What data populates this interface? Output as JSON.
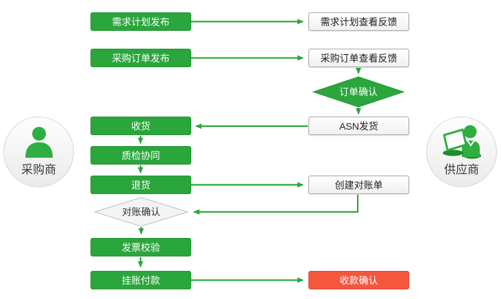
{
  "diagram": {
    "type": "flowchart",
    "title": "",
    "actors": {
      "buyer": {
        "label": "采购商",
        "icon": "person-icon"
      },
      "supplier": {
        "label": "供应商",
        "icon": "person-laptop-icon"
      }
    },
    "nodes": {
      "demand_plan_publish": {
        "label": "需求计划发布",
        "shape": "rect",
        "style": "green"
      },
      "demand_plan_feedback": {
        "label": "需求计划查看反馈",
        "shape": "rect",
        "style": "white"
      },
      "purchase_order_publish": {
        "label": "采购订单发布",
        "shape": "rect",
        "style": "green"
      },
      "purchase_order_feedback": {
        "label": "采购订单查看反馈",
        "shape": "rect",
        "style": "white"
      },
      "order_confirm": {
        "label": "订单确认",
        "shape": "diamond",
        "style": "green"
      },
      "asn_shipment": {
        "label": "ASN发货",
        "shape": "rect",
        "style": "white"
      },
      "receive_goods": {
        "label": "收货",
        "shape": "rect",
        "style": "green"
      },
      "quality_inspection": {
        "label": "质检协同",
        "shape": "rect",
        "style": "green"
      },
      "return_goods": {
        "label": "退货",
        "shape": "rect",
        "style": "green"
      },
      "create_statement": {
        "label": "创建对账单",
        "shape": "rect",
        "style": "white"
      },
      "reconciliation_confirm": {
        "label": "对账确认",
        "shape": "diamond",
        "style": "gray"
      },
      "invoice_verification": {
        "label": "发票校验",
        "shape": "rect",
        "style": "green"
      },
      "payment_on_account": {
        "label": "挂账付款",
        "shape": "rect",
        "style": "green"
      },
      "receipt_confirm": {
        "label": "收款确认",
        "shape": "rect",
        "style": "red"
      }
    },
    "edges": [
      {
        "from": "demand_plan_publish",
        "to": "demand_plan_feedback"
      },
      {
        "from": "purchase_order_publish",
        "to": "purchase_order_feedback"
      },
      {
        "from": "purchase_order_feedback",
        "to": "order_confirm"
      },
      {
        "from": "order_confirm",
        "to": "asn_shipment"
      },
      {
        "from": "asn_shipment",
        "to": "receive_goods"
      },
      {
        "from": "receive_goods",
        "to": "quality_inspection"
      },
      {
        "from": "quality_inspection",
        "to": "return_goods"
      },
      {
        "from": "return_goods",
        "to": "create_statement"
      },
      {
        "from": "create_statement",
        "to": "reconciliation_confirm"
      },
      {
        "from": "reconciliation_confirm",
        "to": "invoice_verification"
      },
      {
        "from": "invoice_verification",
        "to": "payment_on_account"
      },
      {
        "from": "payment_on_account",
        "to": "receipt_confirm"
      }
    ],
    "colors": {
      "process_green": "#2aa63c",
      "status_red": "#f4573c",
      "white_box_border": "#a8a8a8",
      "gray_diamond_border": "#bdbdbd",
      "connector_green": "#2aa63c"
    }
  }
}
